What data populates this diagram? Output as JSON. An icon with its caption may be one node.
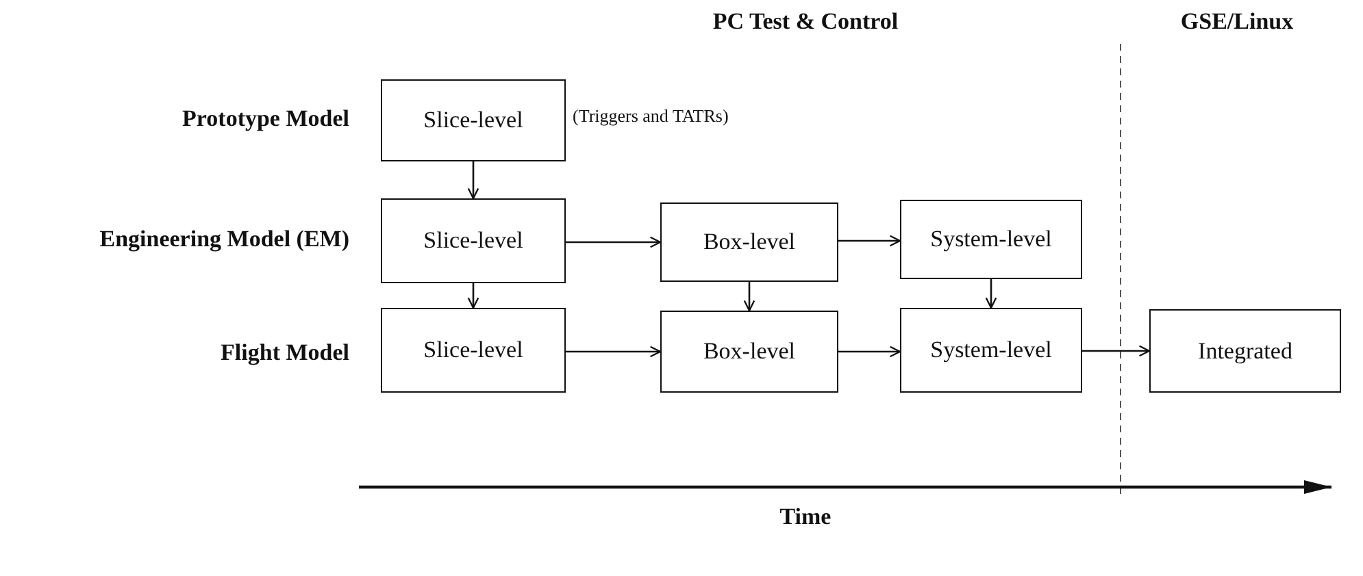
{
  "diagram": {
    "nodes": [
      {
        "text": [
          "Slice-level"
        ],
        "beside": [
          "(Triggers and TATRs)"
        ]
      },
      {
        "text": [
          "Slice-level"
        ]
      },
      {
        "text": [
          "Box-level"
        ]
      },
      {
        "text": [
          "System-level"
        ]
      },
      {
        "text": [
          "Slice-level"
        ]
      },
      {
        "text": [
          "Box-level"
        ]
      },
      {
        "text": [
          "System-level"
        ]
      },
      {
        "text": [
          "Integrated"
        ]
      }
    ],
    "edges": [
      {
        "from": 0,
        "to": 1,
        "arrow": "to"
      },
      {
        "from": 1,
        "to": 2,
        "arrow": "to"
      },
      {
        "from": 2,
        "to": 3,
        "arrow": "to"
      },
      {
        "from": 1,
        "to": 4,
        "arrow": "to"
      },
      {
        "from": 2,
        "to": 5,
        "arrow": "to"
      },
      {
        "from": 3,
        "to": 6,
        "arrow": "to"
      },
      {
        "from": 4,
        "to": 5,
        "arrow": "to"
      },
      {
        "from": 5,
        "to": 6,
        "arrow": "to"
      },
      {
        "from": 6,
        "to": 7,
        "arrow": "to"
      }
    ],
    "labels": [
      "PC Test & Control",
      "GSE/Linux",
      "Prototype Model",
      "Engineering Model (EM)",
      "Flight Model",
      "Time"
    ]
  }
}
